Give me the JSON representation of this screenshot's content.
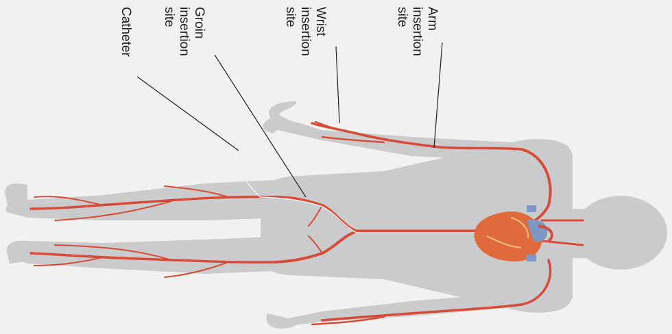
{
  "labels": {
    "catheter": {
      "line1": "Catheter"
    },
    "groin": {
      "line1": "Groin",
      "line2": "insertion",
      "line3": "site"
    },
    "wrist": {
      "line1": "Wrist",
      "line2": "insertion",
      "line3": "site"
    },
    "arm": {
      "line1": "Arm",
      "line2": "insertion",
      "line3": "site"
    }
  },
  "colors": {
    "body": "#c9cbcc",
    "artery": "#d84b38",
    "artery_highlight": "#f08a72",
    "heart": "#e06a3c",
    "veins": "#7f97c4",
    "leader_line": "#1e1e1e"
  }
}
